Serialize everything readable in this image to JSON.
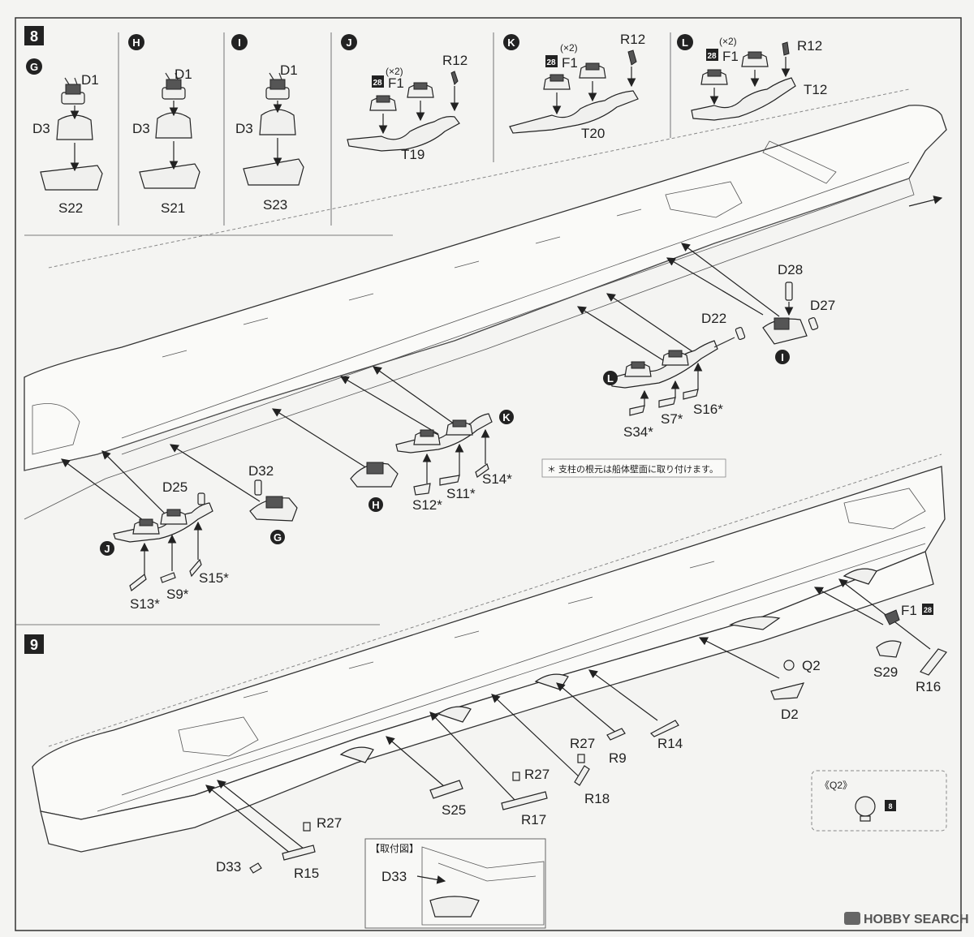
{
  "steps": {
    "s8": "8",
    "s9": "9"
  },
  "subassemblies": {
    "G": {
      "letter": "G",
      "top": "D1",
      "mid": "D3",
      "base": "S22"
    },
    "H": {
      "letter": "H",
      "top": "D1",
      "mid": "D3",
      "base": "S21"
    },
    "I": {
      "letter": "I",
      "top": "D1",
      "mid": "D3",
      "base": "S23"
    },
    "J": {
      "letter": "J",
      "badge": "28",
      "part": "F1",
      "qty": "(×2)",
      "pin": "R12",
      "base": "T19"
    },
    "K": {
      "letter": "K",
      "badge": "28",
      "part": "F1",
      "qty": "(×2)",
      "pin": "R12",
      "base": "T20"
    },
    "L": {
      "letter": "L",
      "badge": "28",
      "part": "F1",
      "qty": "(×2)",
      "pin": "R12",
      "base": "T12"
    }
  },
  "step8_parts": {
    "d28": "D28",
    "d27": "D27",
    "d22": "D22",
    "s34": "S34*",
    "s7": "S7*",
    "s16": "S16*",
    "s12": "S12*",
    "s11": "S11*",
    "s14": "S14*",
    "d32": "D32",
    "d25": "D25",
    "s13": "S13*",
    "s9": "S9*",
    "s15": "S15*",
    "note": "＊ 支柱の根元は船体壁面に取り付けます。"
  },
  "step9_parts": {
    "f1": "F1",
    "f1_badge": "28",
    "q2": "Q2",
    "s29": "S29",
    "r16": "R16",
    "d2": "D2",
    "r14": "R14",
    "r9": "R9",
    "r27a": "R27",
    "r18": "R18",
    "r27b": "R27",
    "r17": "R17",
    "s25": "S25",
    "r27c": "R27",
    "r15": "R15",
    "d33": "D33",
    "inset_title": "【取付図】",
    "inset_d33": "D33",
    "q2_box_title": "《Q2》",
    "q2_badge": "8"
  },
  "watermark": "HOBBY SEARCH"
}
